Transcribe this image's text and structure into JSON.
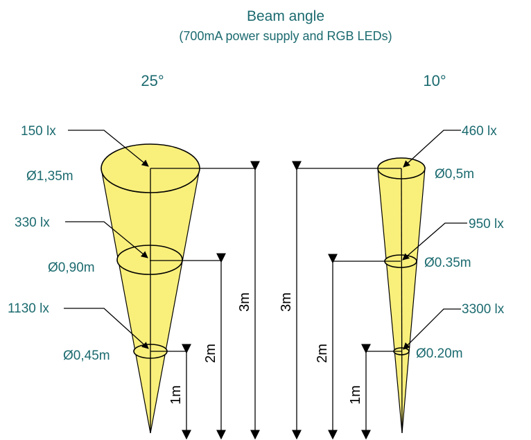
{
  "title": "Beam angle",
  "subtitle": "(700mA power supply and RGB LEDs)",
  "left": {
    "angle": "25°",
    "levels": [
      {
        "lux": "150 lx",
        "diameter": "Ø1,35m",
        "distance": "3m"
      },
      {
        "lux": "330 lx",
        "diameter": "Ø0,90m",
        "distance": "2m"
      },
      {
        "lux": "1130 lx",
        "diameter": "Ø0,45m",
        "distance": "1m"
      }
    ]
  },
  "right": {
    "angle": "10°",
    "levels": [
      {
        "lux": "460 lx",
        "diameter": "Ø0,5m",
        "distance": "3m"
      },
      {
        "lux": "950 lx",
        "diameter": "Ø0.35m",
        "distance": "2m"
      },
      {
        "lux": "3300 lx",
        "diameter": "Ø0.20m",
        "distance": "1m"
      }
    ]
  },
  "colors": {
    "text": "#1b6a6f",
    "cone_fill": "#f9ef7b",
    "lines": "#000000"
  }
}
